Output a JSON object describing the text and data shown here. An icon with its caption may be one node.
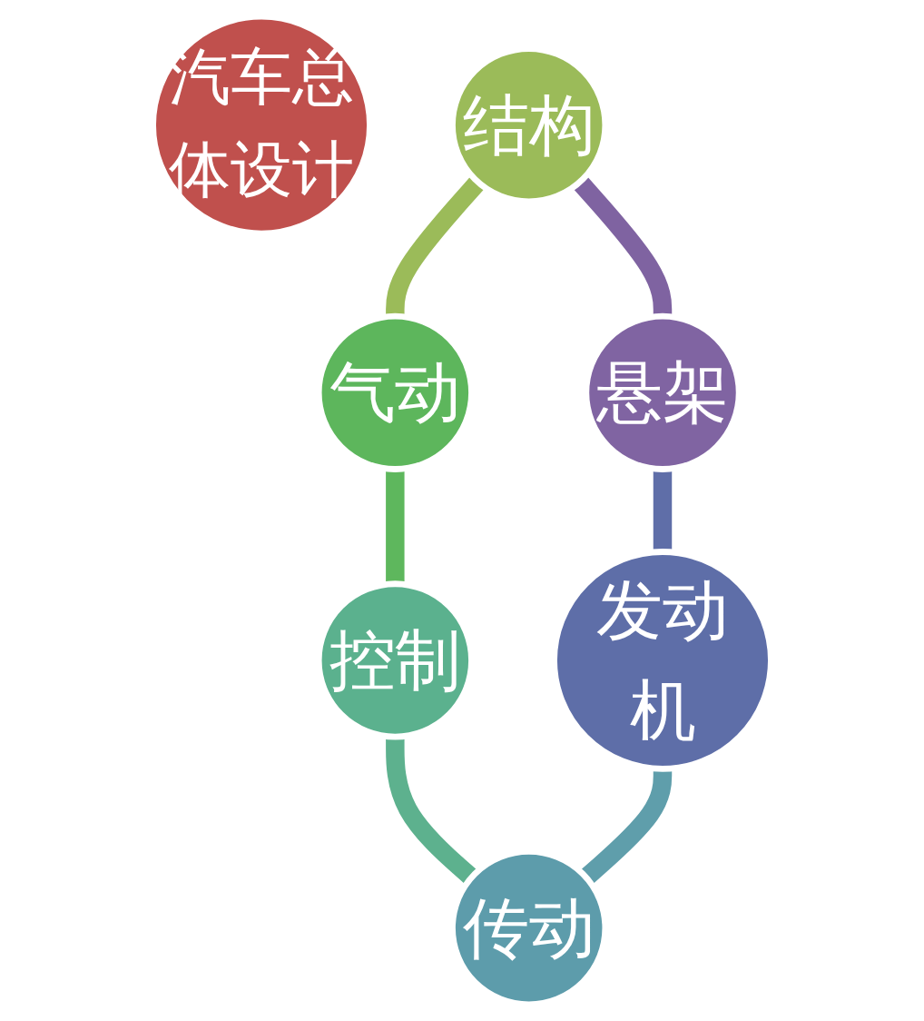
{
  "diagram": {
    "nodes": [
      {
        "text": [
          "汽车总体设计"
        ]
      },
      {
        "text": [
          "结构"
        ]
      },
      {
        "text": [
          "气动"
        ]
      },
      {
        "text": [
          "控制"
        ]
      },
      {
        "text": [
          "传动"
        ]
      },
      {
        "text": [
          "发动机"
        ]
      },
      {
        "text": [
          "悬架"
        ]
      }
    ],
    "edges": [
      {
        "from": 1,
        "to": 2,
        "arrow": "none",
        "color": "#9bbb59"
      },
      {
        "from": 2,
        "to": 3,
        "arrow": "none",
        "color": "#5eb75d"
      },
      {
        "from": 3,
        "to": 4,
        "arrow": "none",
        "color": "#5db18e"
      },
      {
        "from": 5,
        "to": 4,
        "arrow": "none",
        "color": "#5f9eab"
      },
      {
        "from": 6,
        "to": 5,
        "arrow": "none",
        "color": "#5f6ea8"
      },
      {
        "from": 1,
        "to": 6,
        "arrow": "none",
        "color": "#7f63a1"
      }
    ]
  }
}
